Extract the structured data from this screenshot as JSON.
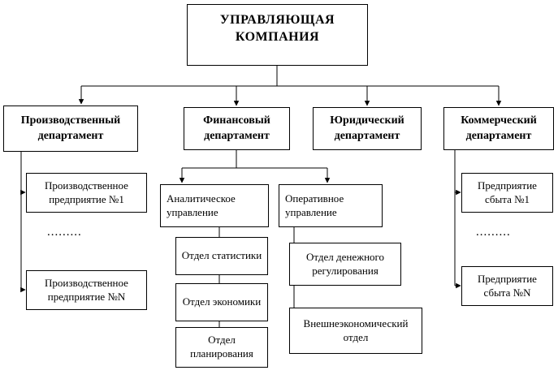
{
  "nodes": {
    "root": "УПРАВЛЯЮЩАЯ КОМПАНИЯ",
    "dept_production": "Производственный департамент",
    "dept_finance": "Финансовый департамент",
    "dept_legal": "Юридический департамент",
    "dept_commercial": "Коммерческий департамент",
    "prod_enterprise_1": "Производственное предприятие №1",
    "prod_dots": ".........",
    "prod_enterprise_n": "Производственное предприятие №N",
    "analytical": "Аналитическое управление",
    "operative": "Оперативное управление",
    "statistics": "Отдел статистики",
    "economics": "Отдел экономики",
    "planning": "Отдел планирования",
    "monetary": "Отдел денежного регулирования",
    "foreign": "Внешнеэкономический отдел",
    "sales_1": "Предприятие сбыта №1",
    "sales_dots": ".........",
    "sales_n": "Предприятие сбыта №N"
  },
  "hierarchy": {
    "root": "УПРАВЛЯЮЩАЯ КОМПАНИЯ",
    "children": [
      {
        "label": "Производственный департамент",
        "children": [
          "Производственное предприятие №1",
          "Производственное предприятие №N"
        ]
      },
      {
        "label": "Финансовый департамент",
        "children": [
          {
            "label": "Аналитическое управление",
            "children": [
              "Отдел статистики",
              "Отдел экономики",
              "Отдел планирования"
            ]
          },
          {
            "label": "Оперативное управление",
            "children": [
              "Отдел денежного регулирования",
              "Внешнеэкономический отдел"
            ]
          }
        ]
      },
      {
        "label": "Юридический департамент",
        "children": []
      },
      {
        "label": "Коммерческий департамент",
        "children": [
          "Предприятие сбыта №1",
          "Предприятие сбыта №N"
        ]
      }
    ]
  },
  "colors": {
    "line": "#000000",
    "box_border": "#000000",
    "background": "#ffffff"
  }
}
